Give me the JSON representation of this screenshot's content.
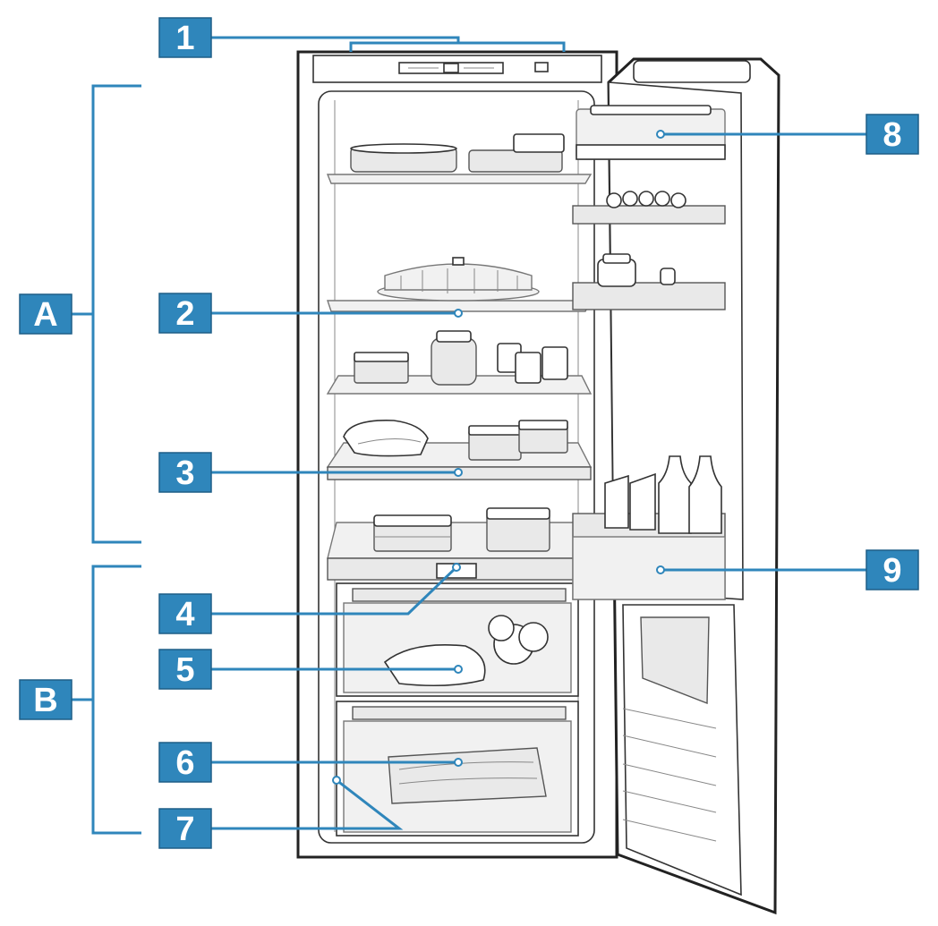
{
  "callouts": {
    "n1": "1",
    "n2": "2",
    "n3": "3",
    "n4": "4",
    "n5": "5",
    "n6": "6",
    "n7": "7",
    "n8": "8",
    "n9": "9",
    "zone_a": "A",
    "zone_b": "B"
  },
  "colors": {
    "callout_fill": "#2f86bb",
    "leader_line": "#2f86bb",
    "outline": "#222222"
  }
}
